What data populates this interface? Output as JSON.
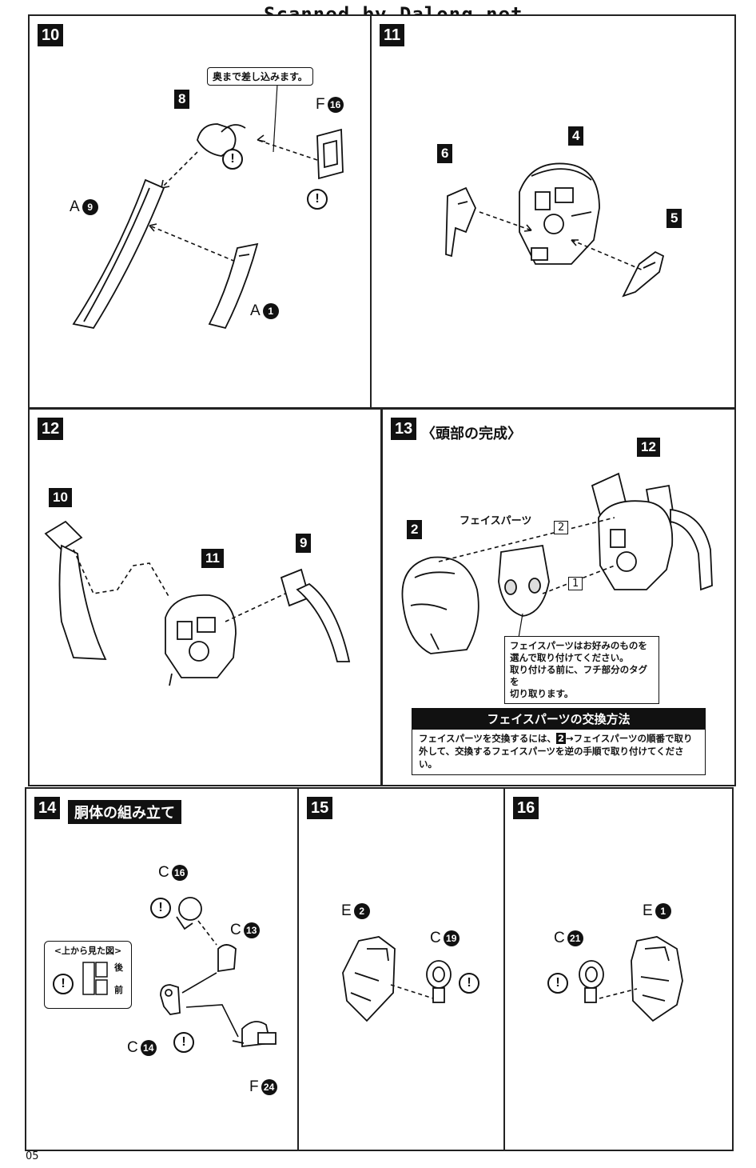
{
  "watermark": "Scanned by Dalong.net",
  "page_number": "05",
  "steps": {
    "s10": {
      "number": "10",
      "callout": "奥まで差し込みます。",
      "labels": {
        "p8": "8"
      },
      "parts": {
        "f16": {
          "letter": "F",
          "num": "16"
        },
        "a9": {
          "letter": "A",
          "num": "9"
        },
        "a1": {
          "letter": "A",
          "num": "1"
        }
      }
    },
    "s11": {
      "number": "11",
      "labels": {
        "p6": "6",
        "p4": "4",
        "p5": "5"
      }
    },
    "s12": {
      "number": "12",
      "labels": {
        "p10": "10",
        "p11": "11",
        "p9": "9"
      }
    },
    "s13": {
      "number": "13",
      "title": "〈頭部の完成〉",
      "labels": {
        "p12": "12",
        "p2": "2"
      },
      "face_parts_label": "フェイスパーツ",
      "order_1": "1",
      "order_2": "2",
      "note": [
        "フェイスパーツはお好みのものを",
        "選んで取り付けてください。",
        "取り付ける前に、フチ部分のタグを",
        "切り取ります。"
      ],
      "box_title": "フェイスパーツの交換方法",
      "box_text_1": "フェイスパーツを交換するには、",
      "box_text_num": "2",
      "box_text_2": "→フェイスパーツの順番で取り",
      "box_text_3": "外して、交換するフェイスパーツを逆の手順で取り付けてください。"
    },
    "s14": {
      "number": "14",
      "title": "胴体の組み立て",
      "inset_title": "<上から見た図>",
      "inset_back": "後",
      "inset_front": "前",
      "parts": {
        "c16": {
          "letter": "C",
          "num": "16"
        },
        "c13": {
          "letter": "C",
          "num": "13"
        },
        "c14": {
          "letter": "C",
          "num": "14"
        },
        "f24": {
          "letter": "F",
          "num": "24"
        }
      }
    },
    "s15": {
      "number": "15",
      "parts": {
        "e2": {
          "letter": "E",
          "num": "2"
        },
        "c19": {
          "letter": "C",
          "num": "19"
        }
      }
    },
    "s16": {
      "number": "16",
      "parts": {
        "e1": {
          "letter": "E",
          "num": "1"
        },
        "c21": {
          "letter": "C",
          "num": "21"
        }
      }
    }
  },
  "warn_symbol": "!"
}
